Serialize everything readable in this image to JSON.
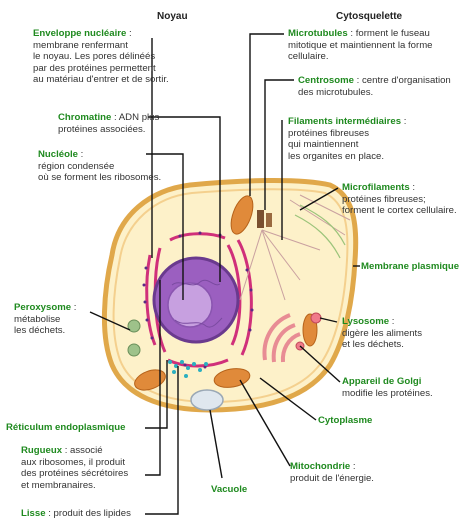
{
  "headers": {
    "noyau": "Noyau",
    "cytosquelette": "Cytosquelette"
  },
  "labels": {
    "enveloppe": {
      "title": "Enveloppe nucléaire",
      "desc": "membrane renfermant\nle noyau. Les pores délinéés\npar des protéines permettent\nau matériau d'entrer et de sortir."
    },
    "chromatine": {
      "title": "Chromatine",
      "desc": "ADN plus\nprotéines associées."
    },
    "nucleole": {
      "title": "Nucléole",
      "desc": "région condensée\noù se forment les ribosomes."
    },
    "peroxysome": {
      "title": "Peroxysome",
      "desc": "métabolise\nles déchets."
    },
    "reticulum": {
      "title": "Réticulum endoplasmique",
      "desc": ""
    },
    "rugueux": {
      "title": "Rugueux",
      "desc": "associé\naux ribosomes, il produit\ndes protéines sécrétoires\net membranaires."
    },
    "lisse": {
      "title": "Lisse",
      "desc": "produit des lipides"
    },
    "microtubules": {
      "title": "Microtubules",
      "desc": "forment le fuseau\nmitotique et maintiennent la forme\ncellulaire."
    },
    "centrosome": {
      "title": "Centrosome",
      "desc": "centre d'organisation\ndes microtubules."
    },
    "filaments": {
      "title": "Filaments intermédiaires",
      "desc": "protéines fibreuses\nqui maintiennent\nles organites en place."
    },
    "microfilaments": {
      "title": "Microfilaments",
      "desc": "protéines fibreuses;\nforment le cortex cellulaire."
    },
    "membrane": {
      "title": "Membrane plasmique",
      "desc": ""
    },
    "lysosome": {
      "title": "Lysosome",
      "desc": "digère les aliments\net les déchets."
    },
    "golgi": {
      "title": "Appareil de Golgi",
      "desc": "modifie les protéines."
    },
    "cytoplasme": {
      "title": "Cytoplasme",
      "desc": ""
    },
    "mitochondrie": {
      "title": "Mitochondrie",
      "desc": "produit de l'énergie."
    },
    "vacuole": {
      "title": "Vacuole",
      "desc": ""
    }
  },
  "colors": {
    "title_green": "#1f8a1f",
    "cell_fill": "#fdf1c9",
    "cell_membrane": "#e0a84a",
    "nucleus": "#9b5fc0",
    "nucleolus": "#c7a0e0",
    "mitochondria": "#e08a3a",
    "golgi": "#f2a3a9",
    "peroxisome": "#9ec28a",
    "vacuole": "#dfe7ee"
  }
}
